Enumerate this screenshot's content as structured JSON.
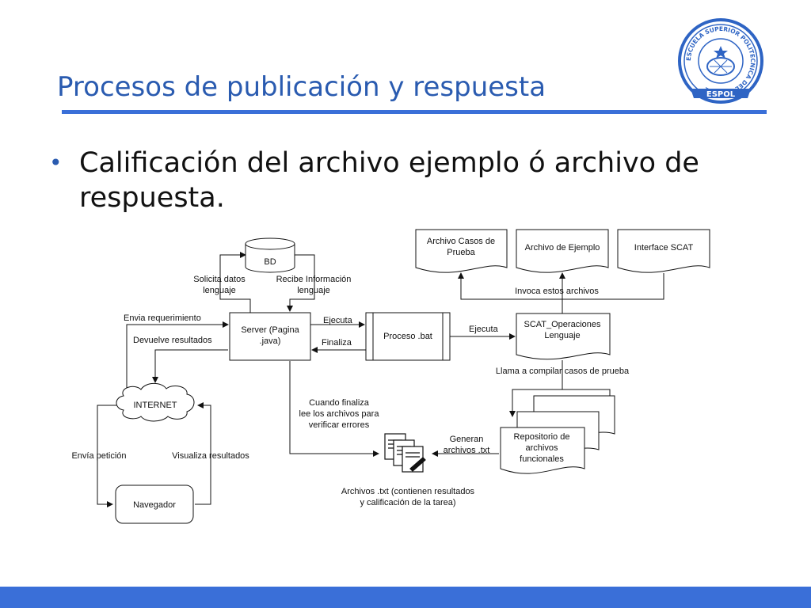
{
  "slide": {
    "title": "Procesos de publicación y respuesta",
    "bullet": "Calificación del archivo ejemplo ó archivo de respuesta."
  },
  "logo": {
    "ring_text": "ESCUELA SUPERIOR POLITECNICA DEL LITORAL",
    "banner_text": "ESPOL"
  },
  "diagram": {
    "db": "BD",
    "solicita": [
      "Solicita datos",
      "lenguaje"
    ],
    "recibe": [
      "Recibe Información",
      "lenguaje"
    ],
    "envia_req": "Envia  requerimiento",
    "devuelve": "Devuelve resultados",
    "server": [
      "Server (Pagina",
      ".java)"
    ],
    "ejecuta1": "Ejecuta",
    "finaliza": "Finaliza",
    "proceso": "Proceso .bat",
    "ejecuta2": "Ejecuta",
    "scat": [
      "SCAT_Operaciones",
      "Lenguaje"
    ],
    "casos": [
      "Archivo Casos de",
      "Prueba"
    ],
    "ejemplo": "Archivo de Ejemplo",
    "interface": "Interface SCAT",
    "invoca": "Invoca estos archivos",
    "llama": "Llama a compilar casos de prueba",
    "internet": "INTERNET",
    "envia_pet": "Envía petición",
    "visualiza": "Visualiza resultados",
    "navegador": "Navegador",
    "cuando": [
      "Cuando finaliza",
      "lee los archivos para",
      "verificar errores"
    ],
    "generan": [
      "Generan",
      "archivos .txt"
    ],
    "repo": [
      "Repositorio de",
      "archivos",
      "funcionales"
    ],
    "archivos_txt": [
      "Archivos .txt (contienen resultados",
      "y calificación de la tarea)"
    ]
  },
  "colors": {
    "accent": "#3a6fd8",
    "title": "#2a5bb0",
    "logo": "#2e64c4"
  }
}
